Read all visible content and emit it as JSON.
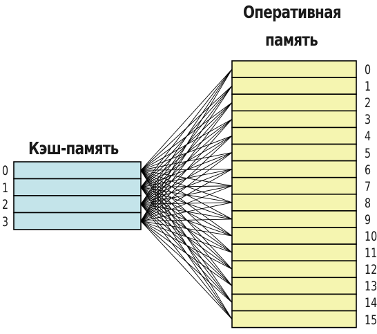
{
  "ram": {
    "title_line1": "Оперативная",
    "title_line2": "память",
    "row_labels": [
      "0",
      "1",
      "2",
      "3",
      "4",
      "5",
      "6",
      "7",
      "8",
      "9",
      "10",
      "11",
      "12",
      "13",
      "14",
      "15"
    ],
    "fill_color": "#f5f5b0"
  },
  "cache": {
    "title": "Кэш-память",
    "row_labels": [
      "0",
      "1",
      "2",
      "3"
    ],
    "fill_color": "#c4e4ea"
  },
  "line_color": "#000000"
}
